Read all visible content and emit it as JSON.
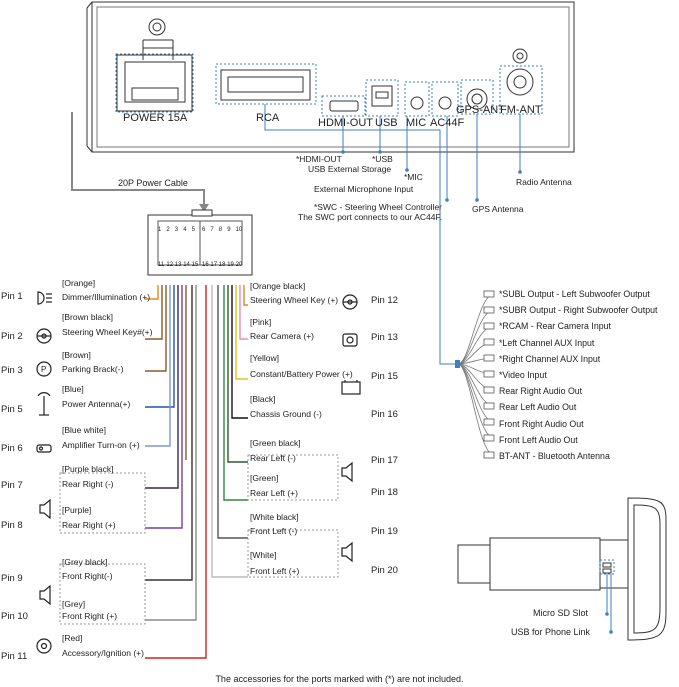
{
  "unit": {
    "power_label": "POWER 15A",
    "rca_label": "RCA",
    "hdmi_label": "HDMI-OUT",
    "usb_label": "USB",
    "mic_label": "MIC",
    "ac44f_label": "AC44F",
    "gps_label": "GPS-ANT",
    "fm_label": "FM-ANT"
  },
  "callouts": {
    "hdmi": "*HDMI-OUT",
    "usb": "*USB",
    "usb_desc": "USB External Storage",
    "mic": "*MIC",
    "mic_desc": "External Microphone Input",
    "swc": "*SWC - Steering Wheel Controller",
    "swc_desc": "The SWC port connects to our AC44F.",
    "gps": "GPS Antenna",
    "radio": "Radio Antenna"
  },
  "power_cable_label": "20P Power Cable",
  "connector": {
    "top_numbers": [
      "1",
      "2",
      "3",
      "4",
      "5",
      "6",
      "7",
      "8",
      "9",
      "10"
    ],
    "bottom_numbers": [
      "11",
      "12",
      "13",
      "14",
      "15",
      "16",
      "17",
      "18",
      "19",
      "20"
    ]
  },
  "left_pins": [
    {
      "pin": "Pin 1",
      "color": "[Orange]",
      "func": "Dimmer/Illumination (+)"
    },
    {
      "pin": "Pin 2",
      "color": "[Brown black]",
      "func": "Steering Wheel Key#(+)"
    },
    {
      "pin": "Pin 3",
      "color": "[Brown]",
      "func": "Parking Brack(-)"
    },
    {
      "pin": "Pin 5",
      "color": "[Blue]",
      "func": "Power Antenna(+)"
    },
    {
      "pin": "Pin 6",
      "color": "[Blue white]",
      "func": "Amplifier Turn-on (+)"
    },
    {
      "pin": "Pin 7",
      "color": "[Purple black]",
      "func": "Rear Right (-)"
    },
    {
      "pin": "Pin 8",
      "color": "[Purple]",
      "func": "Rear Right (+)"
    },
    {
      "pin": "Pin 9",
      "color": "[Grey black]",
      "func": "Front Right(-)"
    },
    {
      "pin": "Pin 10",
      "color": "[Grey]",
      "func": "Front Right (+)"
    },
    {
      "pin": "Pin 11",
      "color": "[Red]",
      "func": "Accessory/Ignition (+)"
    }
  ],
  "right_pins": [
    {
      "pin": "Pin 12",
      "color": "[Orange black]",
      "func": "Steering Wheel Key (+)"
    },
    {
      "pin": "Pin 13",
      "color": "[Pink]",
      "func": "Rear Camera (+)"
    },
    {
      "pin": "Pin 15",
      "color": "[Yellow]",
      "func": "Constant/Battery Power (+)"
    },
    {
      "pin": "Pin 16",
      "color": "[Black]",
      "func": "Chassis Ground (-)"
    },
    {
      "pin": "Pin 17",
      "color": "[Green black]",
      "func": "Rear Left (-)"
    },
    {
      "pin": "Pin 18",
      "color": "[Green]",
      "func": "Rear Left (+)"
    },
    {
      "pin": "Pin 19",
      "color": "[White black]",
      "func": "Front Left (-)"
    },
    {
      "pin": "Pin 20",
      "color": "[White]",
      "func": "Front Left (+)"
    }
  ],
  "rca_outputs": [
    "*SUBL Output - Left Subwoofer Output",
    "*SUBR Output - Right Subwoofer Output",
    "*RCAM - Rear Camera Input",
    "*Left Channel AUX Input",
    "*Right Channel AUX Input",
    "*Video Input",
    "Rear Right Audio Out",
    "Rear Left Audio Out",
    "Front Right Audio Out",
    "Front Left Audio Out",
    "BT-ANT - Bluetooth Antenna"
  ],
  "side_view": {
    "micro_sd": "Micro SD Slot",
    "usb_phone": "USB for Phone Link"
  },
  "footer": "The accessories for the ports marked with (*) are not included.",
  "colors": {
    "callout_blue": "#3b7fc4",
    "orange": "#e8891a",
    "brown": "#8a5a2b",
    "blue": "#2a4fb0",
    "purple": "#7a3fa0",
    "grey": "#8a8a8a",
    "red": "#d62020",
    "yellow": "#e8c21a",
    "green": "#2d8a3a",
    "pink": "#e58fb4",
    "black": "#111111"
  },
  "icons": {
    "pin1": "dimmer-icon",
    "pin2": "steering-wheel-icon",
    "pin3": "parking-brake-icon",
    "pin5": "antenna-icon",
    "pin6": "amplifier-icon",
    "pin7_8": "speaker-icon",
    "pin9_10": "speaker-icon",
    "pin11": "ignition-icon",
    "pin12": "steering-wheel-icon",
    "pin13": "camera-icon",
    "pin15": "battery-icon",
    "pin17_18": "speaker-icon",
    "pin19_20": "speaker-icon"
  }
}
